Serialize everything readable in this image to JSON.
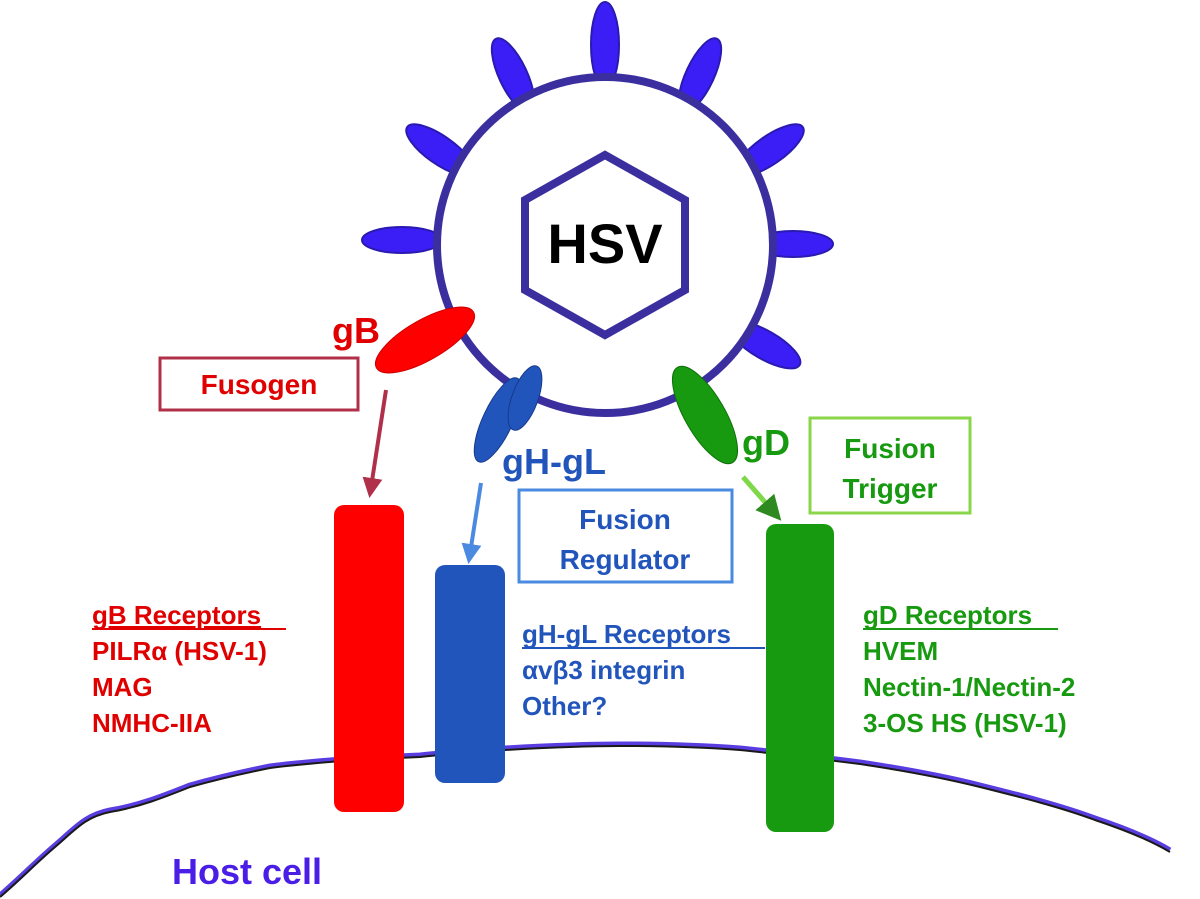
{
  "virus": {
    "label": "HSV"
  },
  "glycoproteins": {
    "gB": {
      "label": "gB",
      "role": "Fusogen",
      "color": "#ff0000",
      "arrow_color": "#b03050"
    },
    "gHgL": {
      "label": "gH-gL",
      "role_line1": "Fusion",
      "role_line2": "Regulator",
      "color": "#2255bb",
      "arrow_color": "#4a8ae0"
    },
    "gD": {
      "label": "gD",
      "role_line1": "Fusion",
      "role_line2": "Trigger",
      "color": "#179a10",
      "arrow_color": "#7ed84a"
    }
  },
  "receptors": {
    "gB": {
      "heading": "gB Receptors",
      "items": [
        "PILRα (HSV-1)",
        "MAG",
        "NMHC-IIA"
      ]
    },
    "gHgL": {
      "heading": "gH-gL Receptors",
      "items": [
        "αvβ3 integrin",
        "Other?"
      ]
    },
    "gD": {
      "heading": "gD Receptors",
      "items": [
        "HVEM",
        "Nectin-1/Nectin-2",
        "3-OS HS (HSV-1)"
      ]
    }
  },
  "host": {
    "label": "Host cell"
  },
  "colors": {
    "virus_outline": "#3b2fa0",
    "spike_fill": "#3a1ef5",
    "membrane": "#5a3de0",
    "gB_box": "#b0304a",
    "gHgL_box": "#4a8ae0",
    "gD_box": "#8ad64a",
    "host_text": "#4a1ee6"
  }
}
